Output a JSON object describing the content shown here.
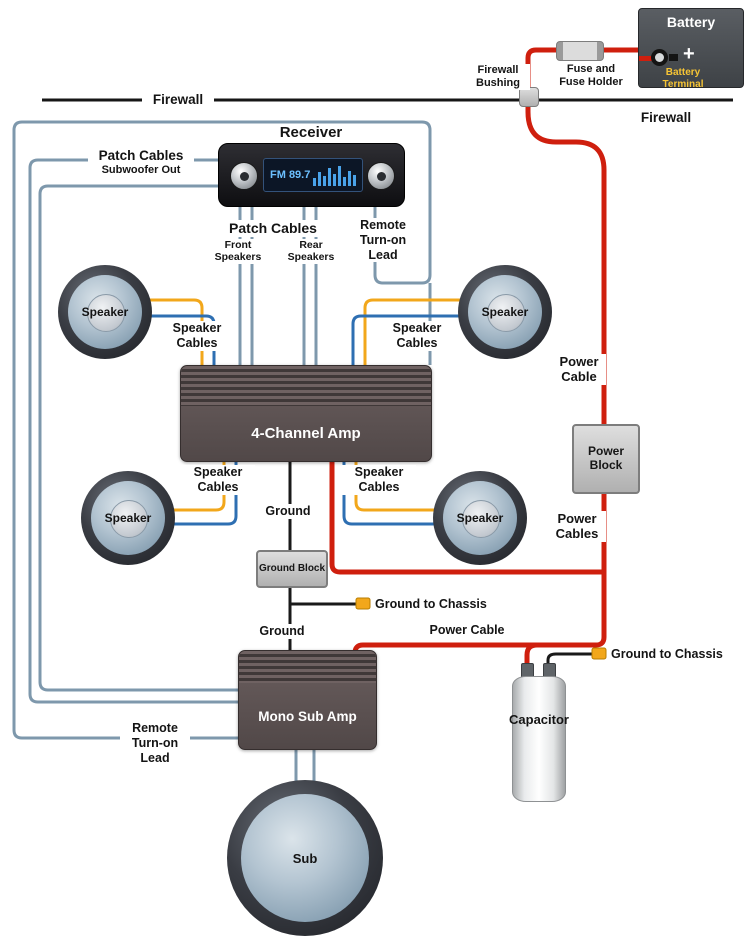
{
  "colors": {
    "power_wire": "#cf1f0e",
    "patch_remote_wire": "#7e98ac",
    "speaker_wire_yellow": "#f2a71b",
    "speaker_wire_blue": "#2e6fb2",
    "ground_wire": "#1a1a1a",
    "terminal_yellow": "#f2a71b",
    "amp_body": "#5a4f4f",
    "block_gray": "#c6c6c6"
  },
  "battery": {
    "title": "Battery",
    "terminal_label": "Battery Terminal",
    "plus": "+"
  },
  "power": {
    "fuse_label": "Fuse and Fuse Holder",
    "bushing_label": "Firewall Bushing",
    "firewall_left": "Firewall",
    "firewall_right": "Firewall",
    "power_cable_top": "Power Cable",
    "power_block": "Power Block",
    "power_cables": "Power Cables",
    "power_cable_mid": "Power Cable"
  },
  "receiver": {
    "label": "Receiver",
    "display": "FM 89.7",
    "spectrum": [
      8,
      14,
      10,
      18,
      12,
      20,
      9,
      15,
      11
    ]
  },
  "patch": {
    "left_title": "Patch Cables",
    "left_subtitle": "Subwoofer Out",
    "center_title": "Patch Cables",
    "front": "Front Speakers",
    "rear": "Rear Speakers",
    "remote_top": "Remote Turn-on Lead",
    "remote_bottom": "Remote Turn-on Lead"
  },
  "speakers": {
    "speaker": "Speaker",
    "speaker_cables": "Speaker Cables",
    "sub": "Sub"
  },
  "amps": {
    "four_channel": "4-Channel Amp",
    "mono_sub": "Mono Sub Amp"
  },
  "ground": {
    "ground": "Ground",
    "ground_block": "Ground Block",
    "to_chassis": "Ground to Chassis"
  },
  "capacitor": {
    "label": "Capacitor"
  }
}
